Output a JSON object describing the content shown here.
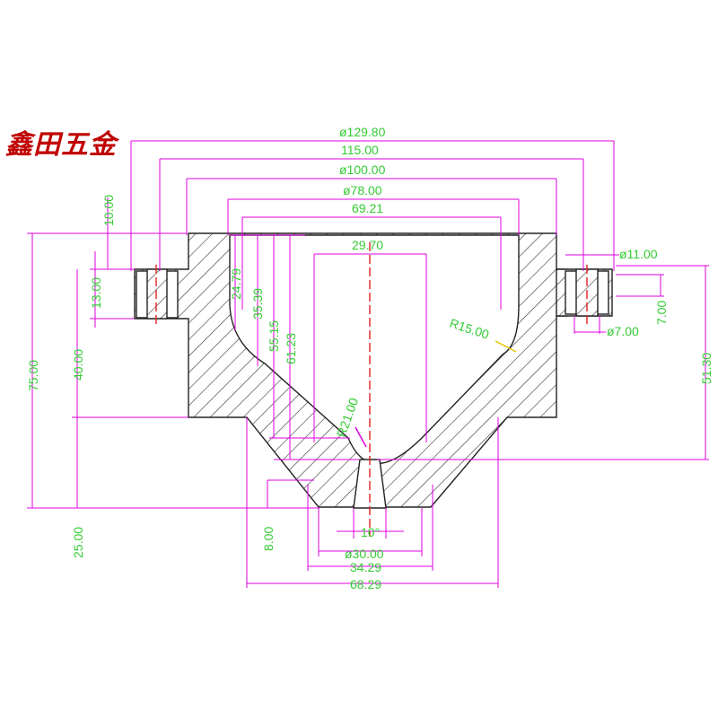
{
  "brand": {
    "name": "鑫田五金"
  },
  "colors": {
    "brand": "#c00000",
    "dimension_line": "#e000e0",
    "dimension_text": "#33cc33",
    "center_line": "#e02020",
    "radius_arrow": "#e6c200",
    "outline": "#222222"
  },
  "dimensions": {
    "d129_80": "ø129.80",
    "d115": "115.00",
    "d100": "ø100.00",
    "d78": "ø78.00",
    "d69_21": "69.21",
    "d29_70": "29.70",
    "d11": "ø11.00",
    "d7": "ø7.00",
    "r15": "R15.00",
    "r21": "R21.00",
    "h10": "10.00",
    "h13": "13.00",
    "h40": "40.00",
    "h75": "75.00",
    "h25": "25.00",
    "h8": "8.00",
    "h24_79": "24.79",
    "h35_39": "35.39",
    "h55_15": "55.15",
    "h61_23": "61.23",
    "h7": "7.00",
    "h51_30": "51.30",
    "angle10": "10°",
    "d30": "ø30.00",
    "w34_29": "34.29",
    "w68_29": "68.29"
  }
}
